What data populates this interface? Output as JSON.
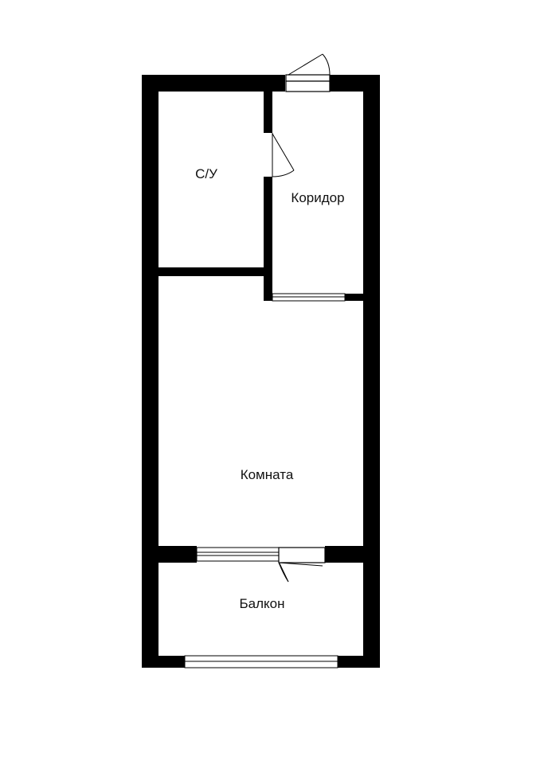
{
  "rooms": {
    "bathroom": "С/У",
    "corridor": "Коридор",
    "room": "Комната",
    "balcony": "Балкон"
  },
  "colors": {
    "wall": "#000000",
    "background": "#ffffff"
  }
}
